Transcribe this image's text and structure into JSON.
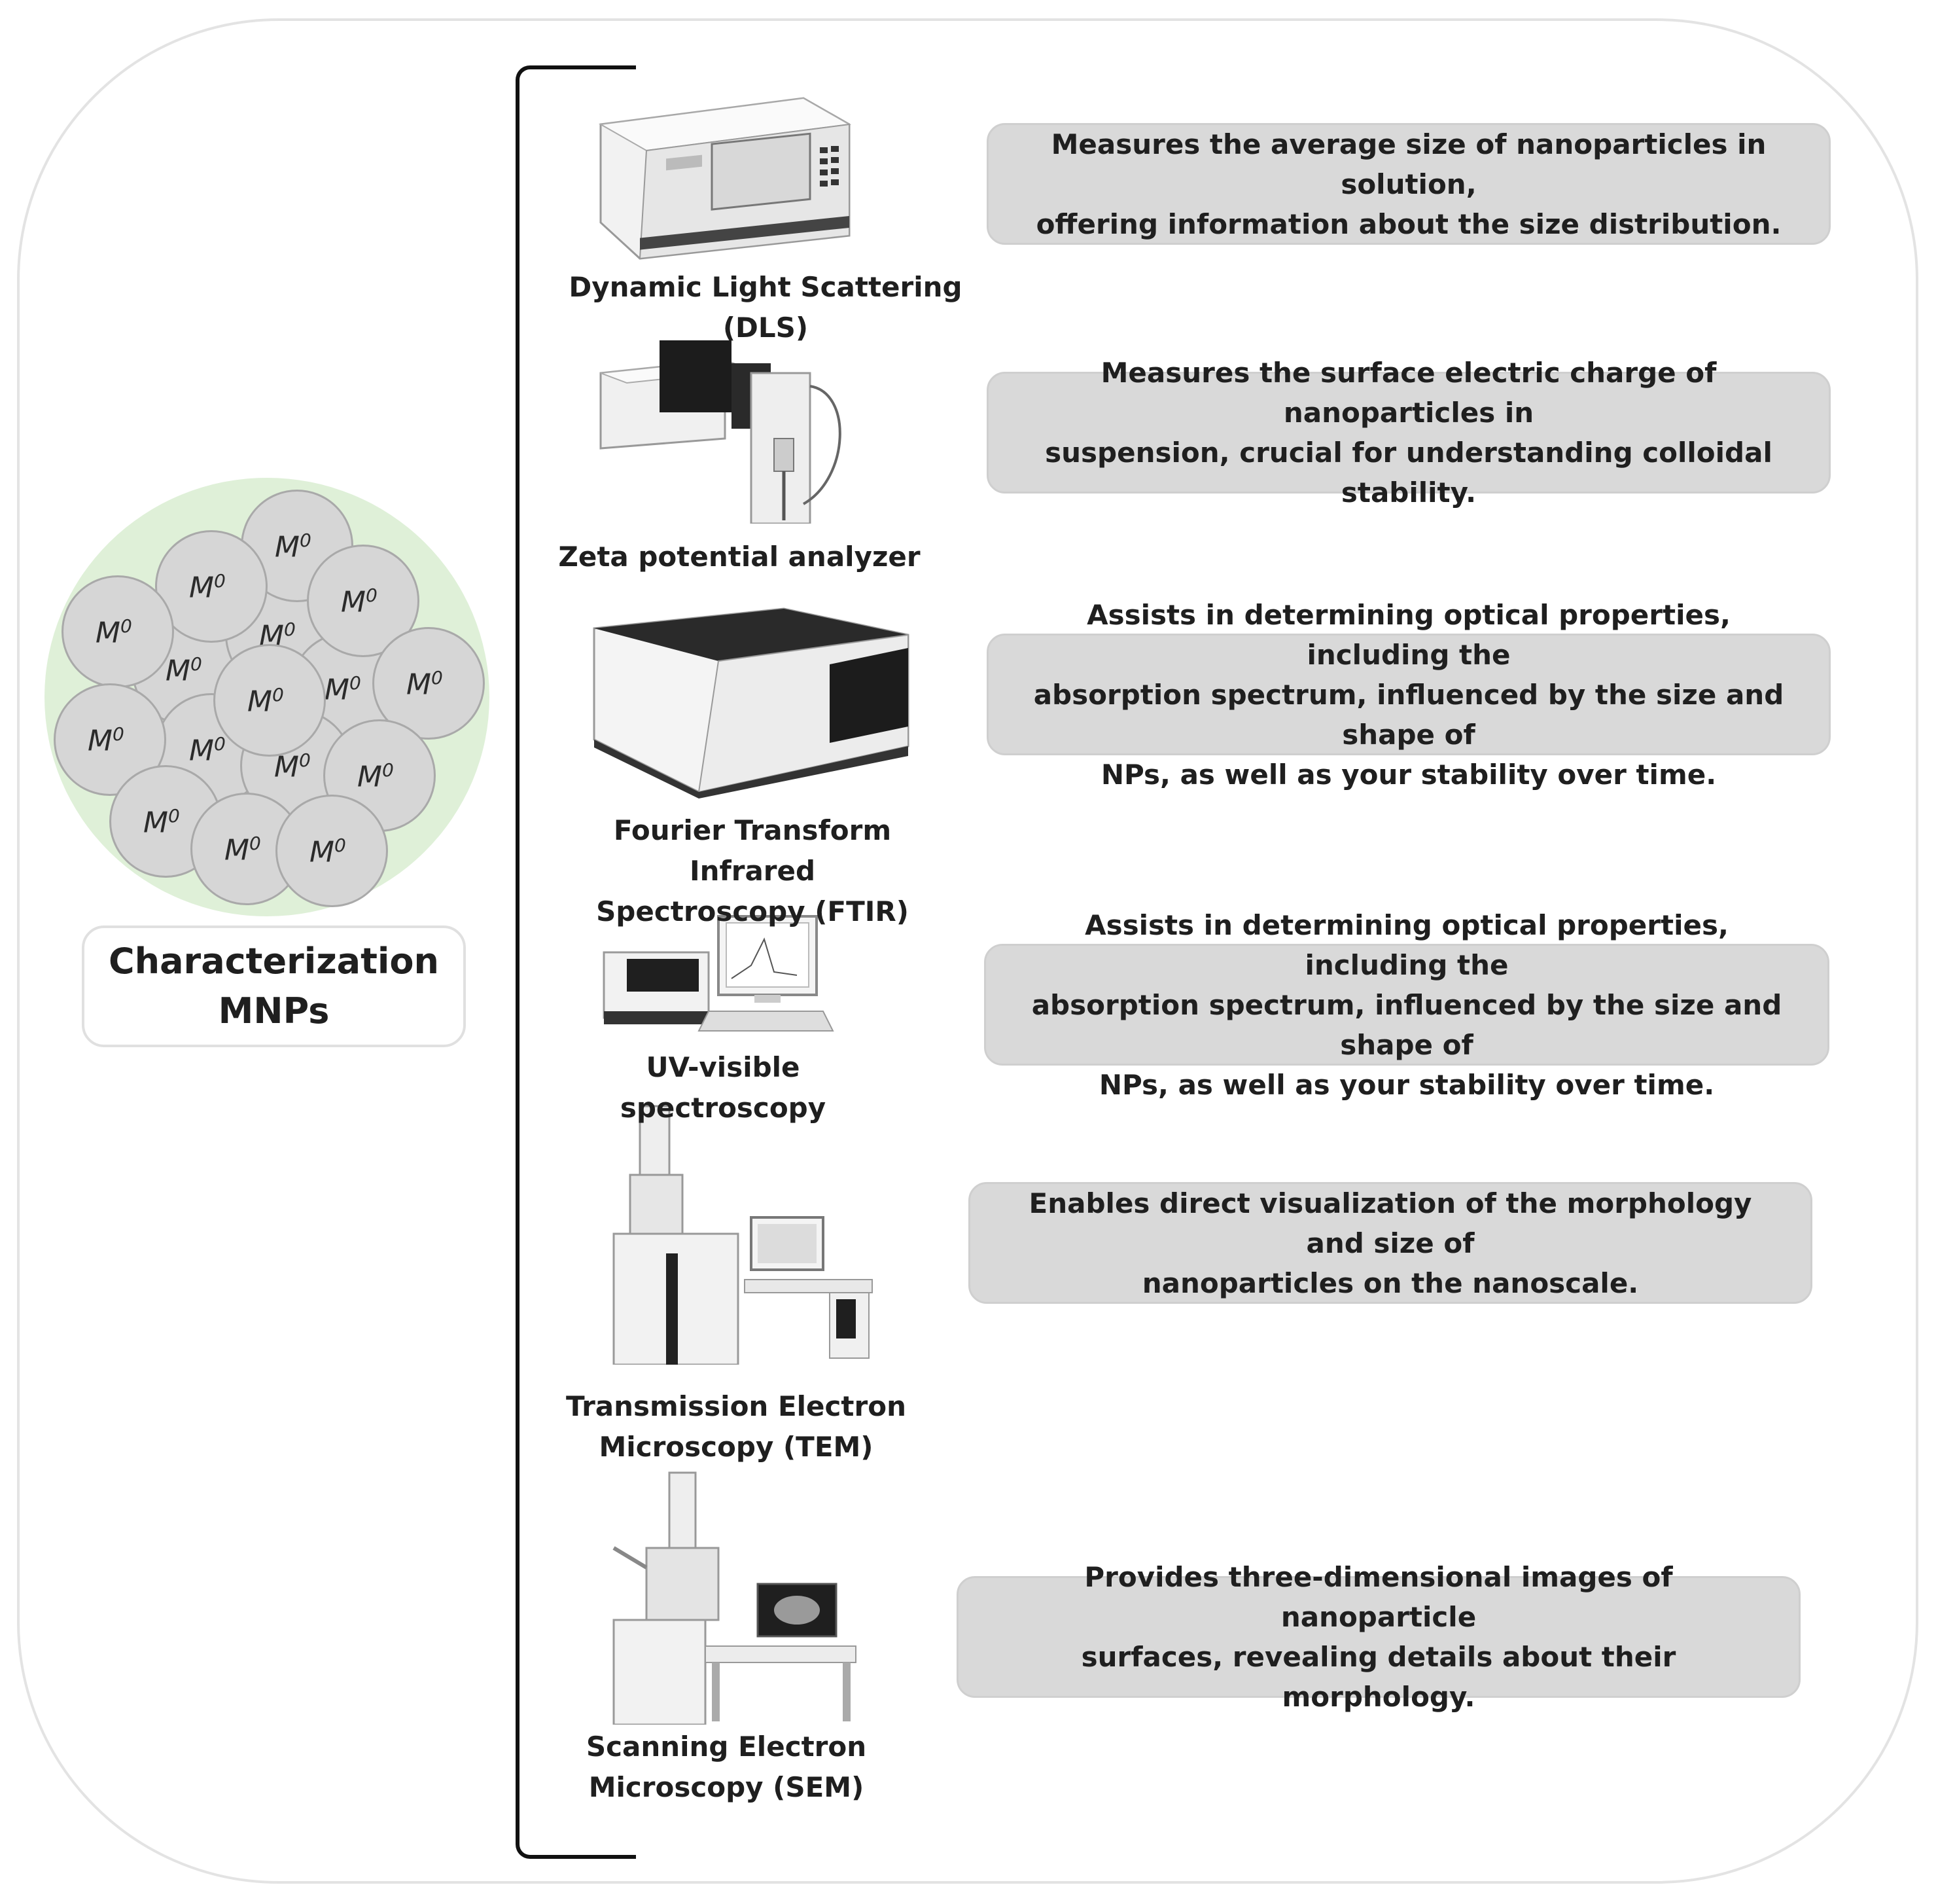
{
  "particle_label": "M",
  "particle_superscript": "0",
  "title": "Characterization\nMNPs",
  "techniques": [
    {
      "name": "Dynamic Light Scattering (DLS)",
      "icon": "dls-instrument-icon",
      "description": "Measures the average size of nanoparticles in solution,\noffering information about the size distribution."
    },
    {
      "name": "Zeta potential analyzer",
      "icon": "zeta-analyzer-icon",
      "description": "Measures the surface electric charge of nanoparticles in\nsuspension, crucial for understanding colloidal stability."
    },
    {
      "name": "Fourier Transform  Infrared\nSpectroscopy (FTIR)",
      "icon": "ftir-instrument-icon",
      "description": "Assists in determining optical properties, including the\nabsorption  spectrum, influenced by the size and shape of\nNPs, as well as your stability over time."
    },
    {
      "name": "UV-visible spectroscopy",
      "icon": "uv-vis-instrument-icon",
      "description": "Assists in determining optical properties, including the\nabsorption  spectrum, influenced by the size and shape of\nNPs, as well as your stability over time."
    },
    {
      "name": "Transmission Electron\nMicroscopy (TEM)",
      "icon": "tem-microscope-icon",
      "description": "Enables direct visualization of the morphology and size of\nnanoparticles on the nanoscale."
    },
    {
      "name": "Scanning Electron\nMicroscopy (SEM)",
      "icon": "sem-microscope-icon",
      "description": "Provides three-dimensional images of nanoparticle\nsurfaces, revealing details about their morphology."
    }
  ]
}
